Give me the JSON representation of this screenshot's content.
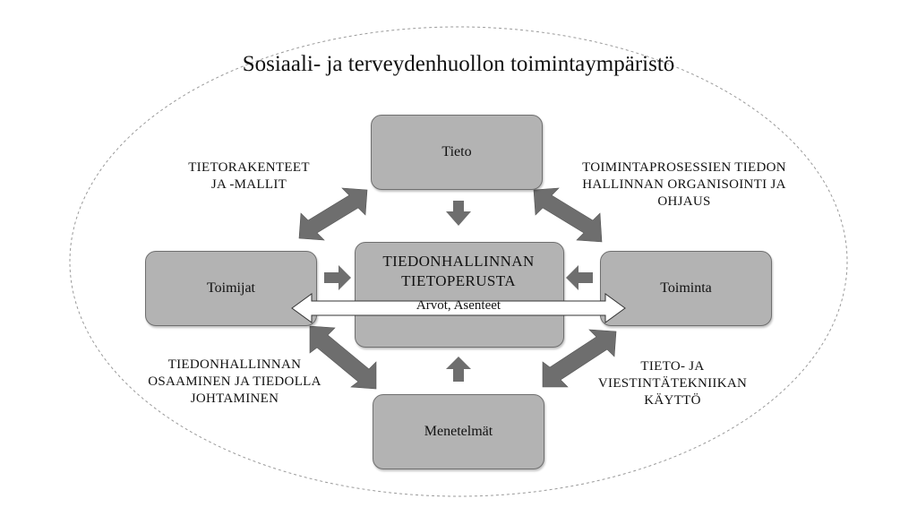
{
  "environment_title": "Sosiaali- ja terveydenhuollon toimintaympäristö",
  "nodes": {
    "top": "Tieto",
    "left": "Toimijat",
    "right": "Toiminta",
    "bottom": "Menetelmät",
    "center": "TIEDONHALLINNAN TIETOPERUSTA"
  },
  "values_bar_label": "Arvot, Asenteet",
  "corner_labels": {
    "top_left": [
      "TIETORAKENTEET",
      "JA -MALLIT"
    ],
    "top_right": [
      "TOIMINTAPROSESSIEN TIEDON",
      "HALLINNAN ORGANISOINTI JA",
      "OHJAUS"
    ],
    "bottom_left": [
      "TIEDONHALLINNAN",
      "OSAAMINEN JA TIEDOLLA",
      "JOHTAMINEN"
    ],
    "bottom_right": [
      "TIETO- JA",
      "VIESTINTÄTEKNIIKAN",
      "KÄYTTÖ"
    ]
  },
  "colors": {
    "box_fill": "#b3b3b3",
    "arrow_fill": "#6e6e6e",
    "ellipse_stroke": "#9a9a9a"
  }
}
